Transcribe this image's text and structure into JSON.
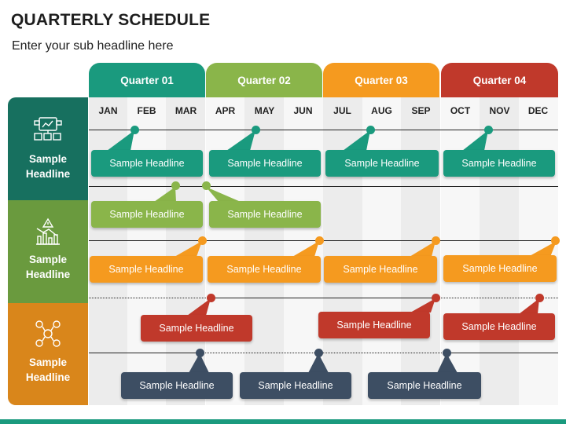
{
  "title": "QUARTERLY SCHEDULE",
  "subtitle": "Enter your sub headline here",
  "colors": {
    "teal": "#1a9a7e",
    "green": "#8ab54a",
    "orange": "#f59a1f",
    "red": "#c0392b",
    "navy": "#3d4e63",
    "panel_teal": "#17705f",
    "panel_green": "#6a9a3e",
    "panel_orange": "#d9861b"
  },
  "quarters": [
    {
      "label": "Quarter 01",
      "color": "#1a9a7e"
    },
    {
      "label": "Quarter 02",
      "color": "#8ab54a"
    },
    {
      "label": "Quarter 03",
      "color": "#f59a1f"
    },
    {
      "label": "Quarter 04",
      "color": "#c0392b"
    }
  ],
  "months": [
    "JAN",
    "FEB",
    "MAR",
    "APR",
    "MAY",
    "JUN",
    "JUL",
    "AUG",
    "SEP",
    "OCT",
    "NOV",
    "DEC"
  ],
  "rows": [
    {
      "label_line1": "Sample",
      "label_line2": "Headline",
      "icon": "dashboard-icon"
    },
    {
      "label_line1": "Sample",
      "label_line2": "Headline",
      "icon": "finance-chart-icon"
    },
    {
      "label_line1": "Sample",
      "label_line2": "Headline",
      "icon": "team-network-icon"
    }
  ],
  "callouts": [
    "Sample Headline",
    "Sample Headline",
    "Sample Headline",
    "Sample Headline",
    "Sample Headline",
    "Sample Headline",
    "Sample Headline",
    "Sample Headline",
    "Sample Headline",
    "Sample Headline",
    "Sample Headline",
    "Sample Headline",
    "Sample Headline",
    "Sample Headline",
    "Sample Headline",
    "Sample Headline"
  ]
}
